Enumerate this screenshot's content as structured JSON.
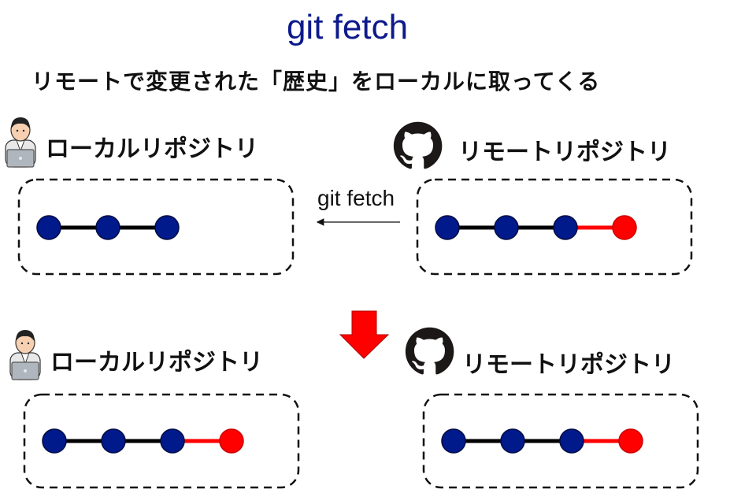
{
  "title": "git fetch",
  "subtitle": "リモートで変更された「歴史」をローカルに取ってくる",
  "arrow_label": "git fetch",
  "colors": {
    "title": "#0d1a8c",
    "commit_old": "#001a8c",
    "commit_new": "#ff0000",
    "line_old": "#000000",
    "line_new": "#ff0000",
    "down_arrow": "#ff0000",
    "github_icon": "#1b1817"
  },
  "before": {
    "local": {
      "label": "ローカルリポジトリ",
      "icon": "person-with-laptop-icon",
      "commits": [
        "old",
        "old",
        "old"
      ]
    },
    "remote": {
      "label": "リモートリポジトリ",
      "icon": "github-octocat-icon",
      "commits": [
        "old",
        "old",
        "old",
        "new"
      ]
    }
  },
  "after": {
    "local": {
      "label": "ローカルリポジトリ",
      "icon": "person-with-laptop-icon",
      "commits": [
        "old",
        "old",
        "old",
        "new"
      ]
    },
    "remote": {
      "label": "リモートリポジトリ",
      "icon": "github-octocat-icon",
      "commits": [
        "old",
        "old",
        "old",
        "new"
      ]
    }
  }
}
